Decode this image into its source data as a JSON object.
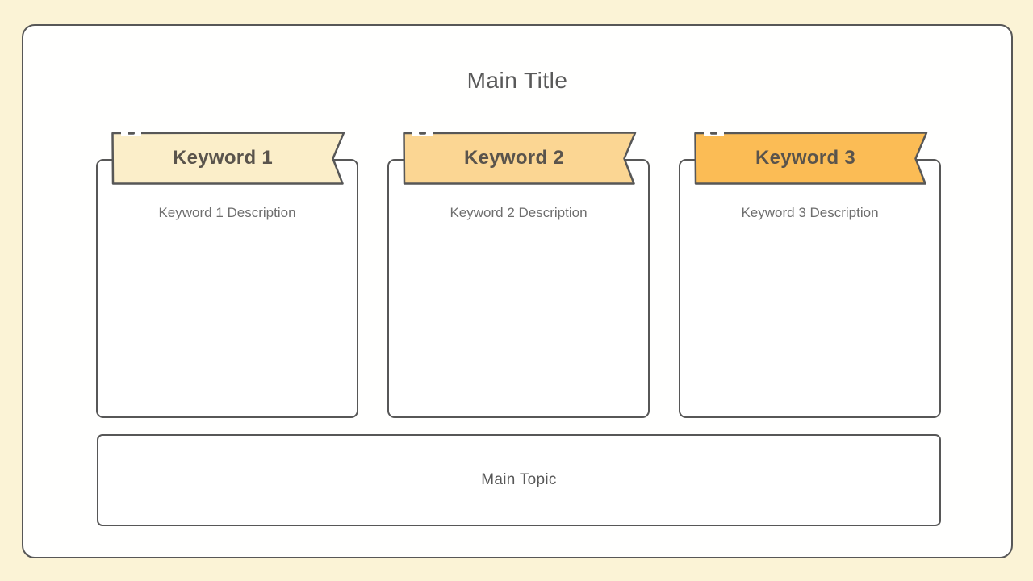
{
  "title": "Main Title",
  "columns": [
    {
      "keyword": "Keyword 1",
      "description": "Keyword 1 Description",
      "ribbon_fill": "#fbeec9"
    },
    {
      "keyword": "Keyword 2",
      "description": "Keyword 2 Description",
      "ribbon_fill": "#fbd693"
    },
    {
      "keyword": "Keyword 3",
      "description": "Keyword 3 Description",
      "ribbon_fill": "#fbbc55"
    }
  ],
  "footer": {
    "label": "Main Topic"
  },
  "colors": {
    "page_background": "#fbf3d6",
    "board_background": "#fffffe",
    "stroke": "#575757",
    "title_text": "#595959",
    "description_text": "#6e6e6e",
    "ribbon_text": "#5a544c"
  }
}
